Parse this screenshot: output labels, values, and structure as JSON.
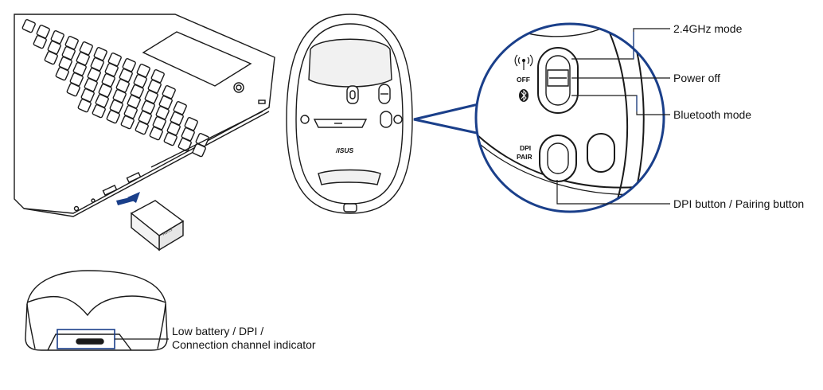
{
  "callouts": {
    "mode_24ghz": "2.4GHz mode",
    "power_off": "Power off",
    "bluetooth_mode": "Bluetooth mode",
    "dpi_pairing": "DPI button / Pairing button",
    "indicator_line1": "Low battery / DPI /",
    "indicator_line2": "Connection channel indicator"
  },
  "switch_labels": {
    "off": "OFF",
    "dpi": "DPI",
    "pair": "PAIR"
  },
  "brand": "/ISUS",
  "colors": {
    "accent": "#1a3f8a",
    "line": "#1a1a1a",
    "shade": "#d9d9d9"
  },
  "icons": [
    "wireless-icon",
    "bluetooth-icon",
    "usb-arrow-icon"
  ]
}
